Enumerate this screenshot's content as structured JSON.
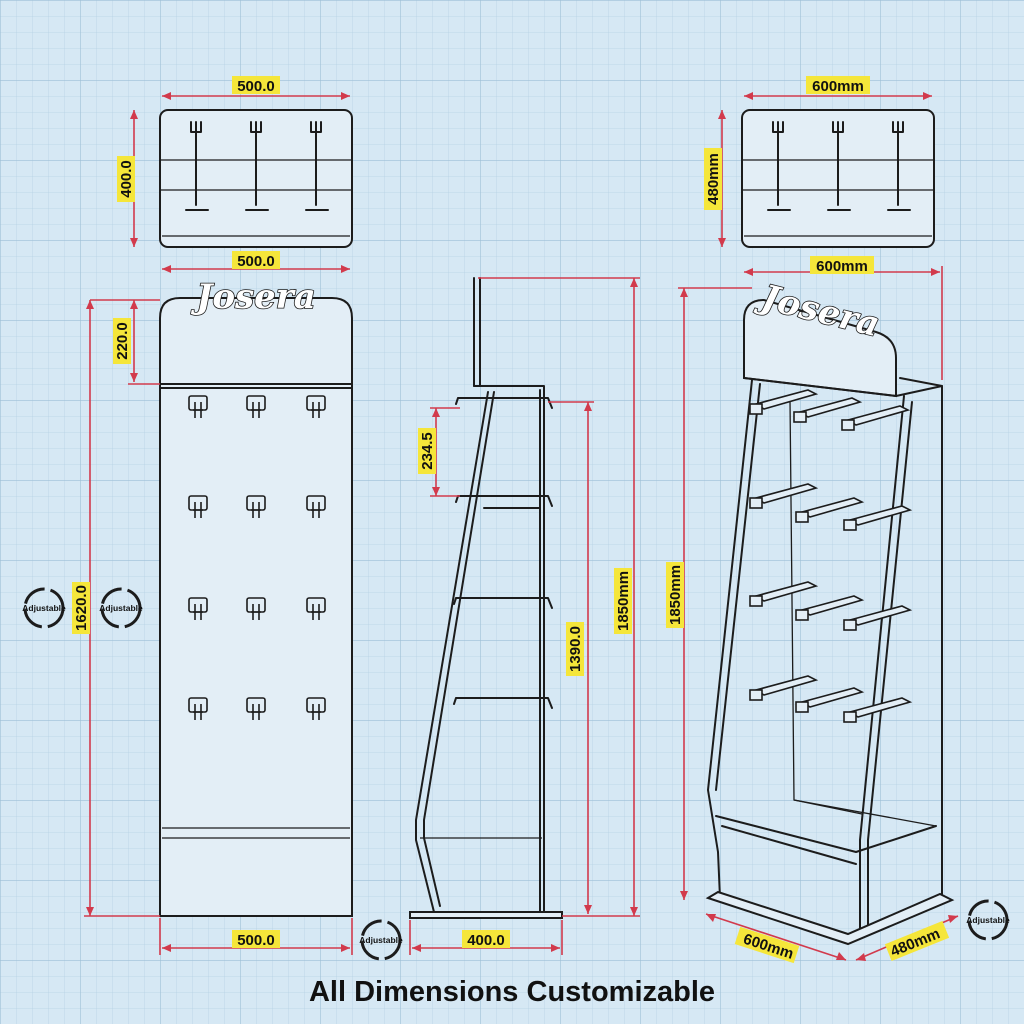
{
  "brand_logo_text": "Josera",
  "footer_caption": "All Dimensions Customizable",
  "badge_label": "Adjustable",
  "colors": {
    "background": "#d6e8f4",
    "grid": "#a9c7dc",
    "dimension_line": "#d23a4c",
    "label_fill": "#f5e63a",
    "ink": "#1c1c1c"
  },
  "views": {
    "top_front": {
      "width_label": "500.0",
      "depth_label": "400.0"
    },
    "top_iso": {
      "width_label": "600mm",
      "depth_label": "480mm"
    },
    "front": {
      "top_width_label": "500.0",
      "header_height_label": "220.0",
      "height_label": "1620.0",
      "bottom_width_label": "500.0",
      "badge_left_1": "Adjustable",
      "badge_left_2": "Adjustable"
    },
    "side": {
      "shelf_spacing_label": "234.5",
      "shelf_height_label": "1390.0",
      "total_height_label": "1850mm",
      "depth_label": "400.0",
      "badge_bottom": "Adjustable"
    },
    "iso": {
      "width_label": "600mm",
      "height_label": "1850mm",
      "base_width_label": "600mm",
      "base_depth_label": "480mm",
      "badge_right": "Adjustable"
    }
  }
}
